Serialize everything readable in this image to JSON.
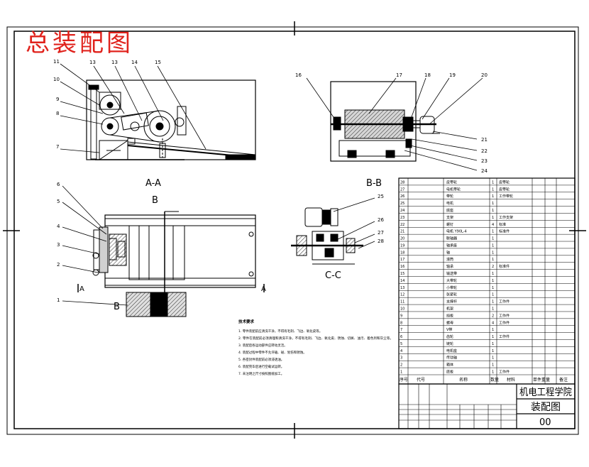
{
  "header": {
    "title": "总装配图",
    "title_color": "#e0221c"
  },
  "views": {
    "aa": {
      "label": "A-A",
      "section_mark": "B",
      "callouts": [
        "11",
        "10",
        "9",
        "8",
        "7",
        "13",
        "13",
        "14",
        "15"
      ]
    },
    "bb": {
      "label": "B-B",
      "callouts": [
        "16",
        "17",
        "18",
        "19",
        "20",
        "21",
        "22",
        "23",
        "24"
      ]
    },
    "cc": {
      "label": "C-C",
      "callouts": [
        "25",
        "26",
        "27",
        "28"
      ]
    },
    "plan": {
      "section_mark_top": "B",
      "section_mark_bottom": "B",
      "callouts": [
        "6",
        "5",
        "4",
        "3",
        "2",
        "1"
      ],
      "side_marks": [
        "A",
        "A"
      ]
    }
  },
  "notes": {
    "heading": "技术要求",
    "lines": [
      "1. 零件装配前应清洗干净，不得有毛刺、飞边、氧化皮等。",
      "2. 零件在装配前必须清理和清洗干净，不得有毛刺、飞边、氧化皮、锈蚀、切屑、油污、着色剂和灰尘等。",
      "3. 装配后各运动部件应转动灵活。",
      "4. 装配过程中零件不允许磕、碰、划伤和锈蚀。",
      "5. 各密封件装配前必须浸透油。",
      "6. 装配完毕后进行空载试运转。",
      "7. 未注明之尺寸按照图纸加工。"
    ]
  },
  "bom": {
    "rows": [
      {
        "no": "28",
        "name": "皮带轮",
        "qty": "1",
        "note": "皮带轮"
      },
      {
        "no": "27",
        "name": "电机带轮",
        "qty": "1",
        "note": "皮带轮"
      },
      {
        "no": "26",
        "name": "带轮",
        "qty": "1",
        "note": "工作带轮"
      },
      {
        "no": "25",
        "name": "电机",
        "qty": "1",
        "note": ""
      },
      {
        "no": "24",
        "name": "底座",
        "qty": "1",
        "note": ""
      },
      {
        "no": "23",
        "name": "支架",
        "qty": "1",
        "note": "工作支架"
      },
      {
        "no": "22",
        "name": "螺钉",
        "qty": "4",
        "note": "标准"
      },
      {
        "no": "21",
        "name": "电机 Y90L-4",
        "qty": "1",
        "note": "标准件"
      },
      {
        "no": "20",
        "name": "联轴器",
        "qty": "1",
        "note": ""
      },
      {
        "no": "19",
        "name": "轴承座",
        "qty": "1",
        "note": ""
      },
      {
        "no": "18",
        "name": "轴",
        "qty": "1",
        "note": ""
      },
      {
        "no": "17",
        "name": "滚筒",
        "qty": "1",
        "note": ""
      },
      {
        "no": "16",
        "name": "轴承",
        "qty": "2",
        "note": "标准件"
      },
      {
        "no": "15",
        "name": "输送带",
        "qty": "1",
        "note": ""
      },
      {
        "no": "14",
        "name": "大带轮",
        "qty": "1",
        "note": ""
      },
      {
        "no": "13",
        "name": "小带轮",
        "qty": "1",
        "note": ""
      },
      {
        "no": "12",
        "name": "张紧轮",
        "qty": "1",
        "note": ""
      },
      {
        "no": "11",
        "name": "支撑杆",
        "qty": "1",
        "note": "工作件"
      },
      {
        "no": "10",
        "name": "机架",
        "qty": "1",
        "note": ""
      },
      {
        "no": "9",
        "name": "挡板",
        "qty": "2",
        "note": "工作件"
      },
      {
        "no": "8",
        "name": "螺母",
        "qty": "4",
        "note": "工作件"
      },
      {
        "no": "7",
        "name": "V带",
        "qty": "1",
        "note": ""
      },
      {
        "no": "6",
        "name": "齿轮",
        "qty": "1",
        "note": "工作件"
      },
      {
        "no": "5",
        "name": "链轮",
        "qty": "1",
        "note": ""
      },
      {
        "no": "4",
        "name": "电机座",
        "qty": "1",
        "note": ""
      },
      {
        "no": "3",
        "name": "传动轴",
        "qty": "1",
        "note": ""
      },
      {
        "no": "2",
        "name": "箱体",
        "qty": "1",
        "note": ""
      },
      {
        "no": "1",
        "name": "底板",
        "qty": "1",
        "note": "工作件"
      }
    ],
    "header": {
      "seq": "序号",
      "code": "代号",
      "name": "名称",
      "qty": "数量",
      "material": "材料",
      "unit_weight": "单件重量",
      "remark": "备注"
    }
  },
  "title_block": {
    "school": "机电工程学院",
    "drawing_name": "装配图",
    "drawing_no": "00"
  },
  "colors": {
    "line": "#000000",
    "red": "#e0221c",
    "gray": "#c8c8c8"
  }
}
